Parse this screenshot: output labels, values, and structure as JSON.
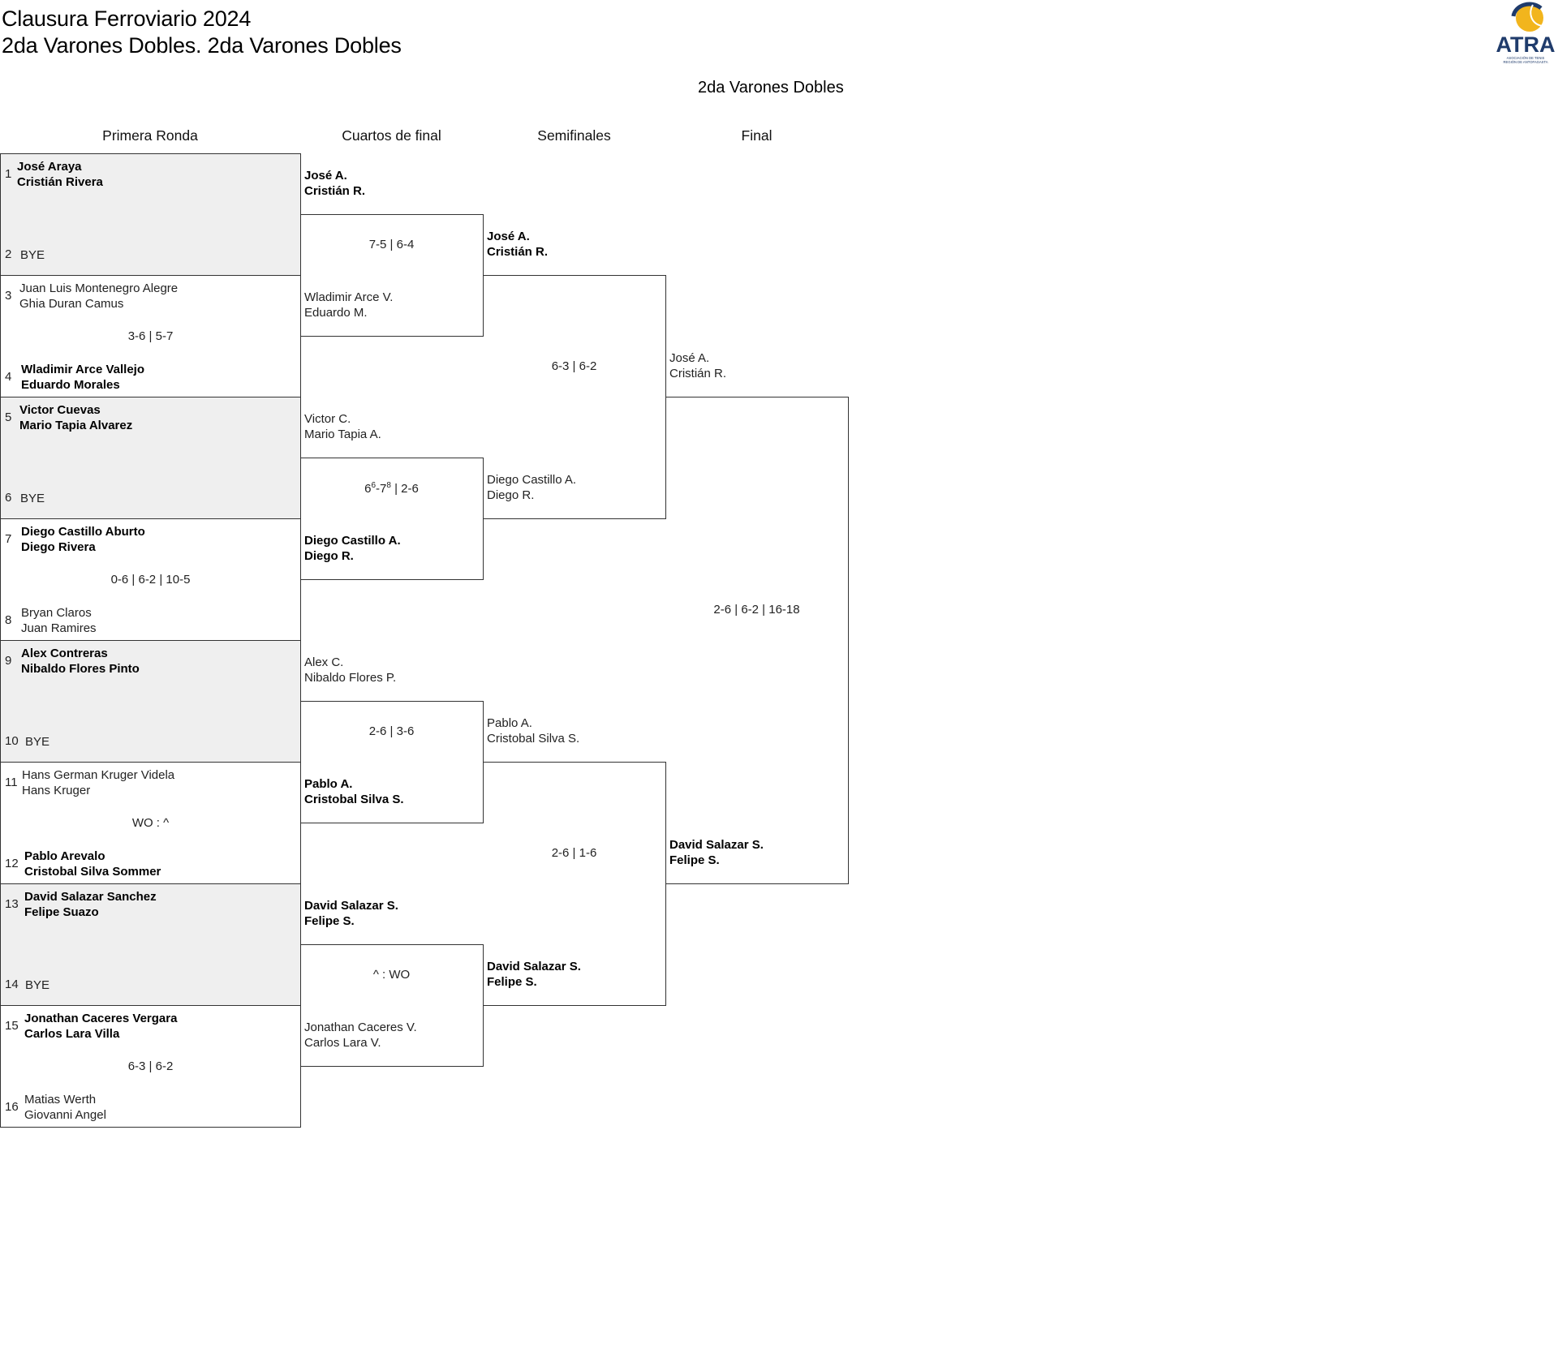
{
  "header": {
    "title": "Clausura Ferroviario 2024",
    "subtitle": "2da Varones Dobles. 2da Varones Dobles",
    "draw_name": "2da Varones Dobles",
    "logo_text": "ATRA",
    "logo_subtext": "ASOCIACIÓN DE TENIS REGIÓN DE ANTOFAGASTA"
  },
  "rounds": [
    "Primera Ronda",
    "Cuartos de final",
    "Semifinales",
    "Final"
  ],
  "first_round": [
    {
      "seed_a": "1",
      "a1": "José Araya",
      "a2": "Cristián Rivera",
      "seed_b": "2",
      "b1": "BYE",
      "b2": "",
      "score": "",
      "winner": "a"
    },
    {
      "seed_a": "3",
      "a1": "Juan Luis Montenegro Alegre",
      "a2": "Ghia Duran Camus",
      "seed_b": "4",
      "b1": "Wladimir Arce Vallejo",
      "b2": "Eduardo Morales",
      "score": "3-6 | 5-7",
      "winner": "b"
    },
    {
      "seed_a": "5",
      "a1": "Victor Cuevas",
      "a2": "Mario Tapia Alvarez",
      "seed_b": "6",
      "b1": "BYE",
      "b2": "",
      "score": "",
      "winner": "a"
    },
    {
      "seed_a": "7",
      "a1": "Diego Castillo Aburto",
      "a2": "Diego Rivera",
      "seed_b": "8",
      "b1": "Bryan Claros",
      "b2": "Juan Ramires",
      "score": "0-6 | 6-2 | 10-5",
      "winner": "a"
    },
    {
      "seed_a": "9",
      "a1": "Alex Contreras",
      "a2": "Nibaldo Flores Pinto",
      "seed_b": "10",
      "b1": "BYE",
      "b2": "",
      "score": "",
      "winner": "a"
    },
    {
      "seed_a": "11",
      "a1": "Hans German Kruger Videla",
      "a2": "Hans Kruger",
      "seed_b": "12",
      "b1": "Pablo Arevalo",
      "b2": "Cristobal Silva Sommer",
      "score": "WO : ^",
      "winner": "b"
    },
    {
      "seed_a": "13",
      "a1": "David Salazar Sanchez",
      "a2": "Felipe Suazo",
      "seed_b": "14",
      "b1": "BYE",
      "b2": "",
      "score": "",
      "winner": "a"
    },
    {
      "seed_a": "15",
      "a1": "Jonathan Caceres Vergara",
      "a2": "Carlos Lara Villa",
      "seed_b": "16",
      "b1": "Matias Werth",
      "b2": "Giovanni Angel",
      "score": "6-3 | 6-2",
      "winner": "a"
    }
  ],
  "quarterfinals": [
    {
      "a1": "José A.",
      "a2": "Cristián R.",
      "b1": "Wladimir Arce V.",
      "b2": "Eduardo M.",
      "score": "7-5 | 6-4",
      "winner": "a"
    },
    {
      "a1": "Victor C.",
      "a2": "Mario Tapia A.",
      "b1": "Diego Castillo A.",
      "b2": "Diego R.",
      "score_main_a": "6",
      "score_sup_a": "6",
      "score_main_b": "-7",
      "score_sup_b": "8",
      "score_rest": " | 2-6",
      "winner": "b"
    },
    {
      "a1": "Alex C.",
      "a2": "Nibaldo Flores P.",
      "b1": "Pablo A.",
      "b2": "Cristobal Silva S.",
      "score": "2-6 | 3-6",
      "winner": "b"
    },
    {
      "a1": "David Salazar S.",
      "a2": "Felipe S.",
      "b1": "Jonathan Caceres V.",
      "b2": "Carlos Lara V.",
      "score": "^ : WO",
      "winner": "a"
    }
  ],
  "semifinals": [
    {
      "a1": "José A.",
      "a2": "Cristián R.",
      "b1": "Diego Castillo A.",
      "b2": "Diego R.",
      "score": "6-3 | 6-2",
      "winner": "a"
    },
    {
      "a1": "Pablo A.",
      "a2": "Cristobal Silva S.",
      "b1": "David Salazar S.",
      "b2": "Felipe S.",
      "score": "2-6 | 1-6",
      "winner": "b"
    }
  ],
  "final": {
    "a1": "José A.",
    "a2": "Cristián R.",
    "b1": "David Salazar S.",
    "b2": "Felipe S.",
    "score": "2-6 | 6-2 | 16-18",
    "winner": "b"
  },
  "colors": {
    "bye_row_bg": "#efefef",
    "border": "#333333",
    "logo_blue": "#1f3b6b",
    "logo_yellow": "#f2b51d"
  }
}
